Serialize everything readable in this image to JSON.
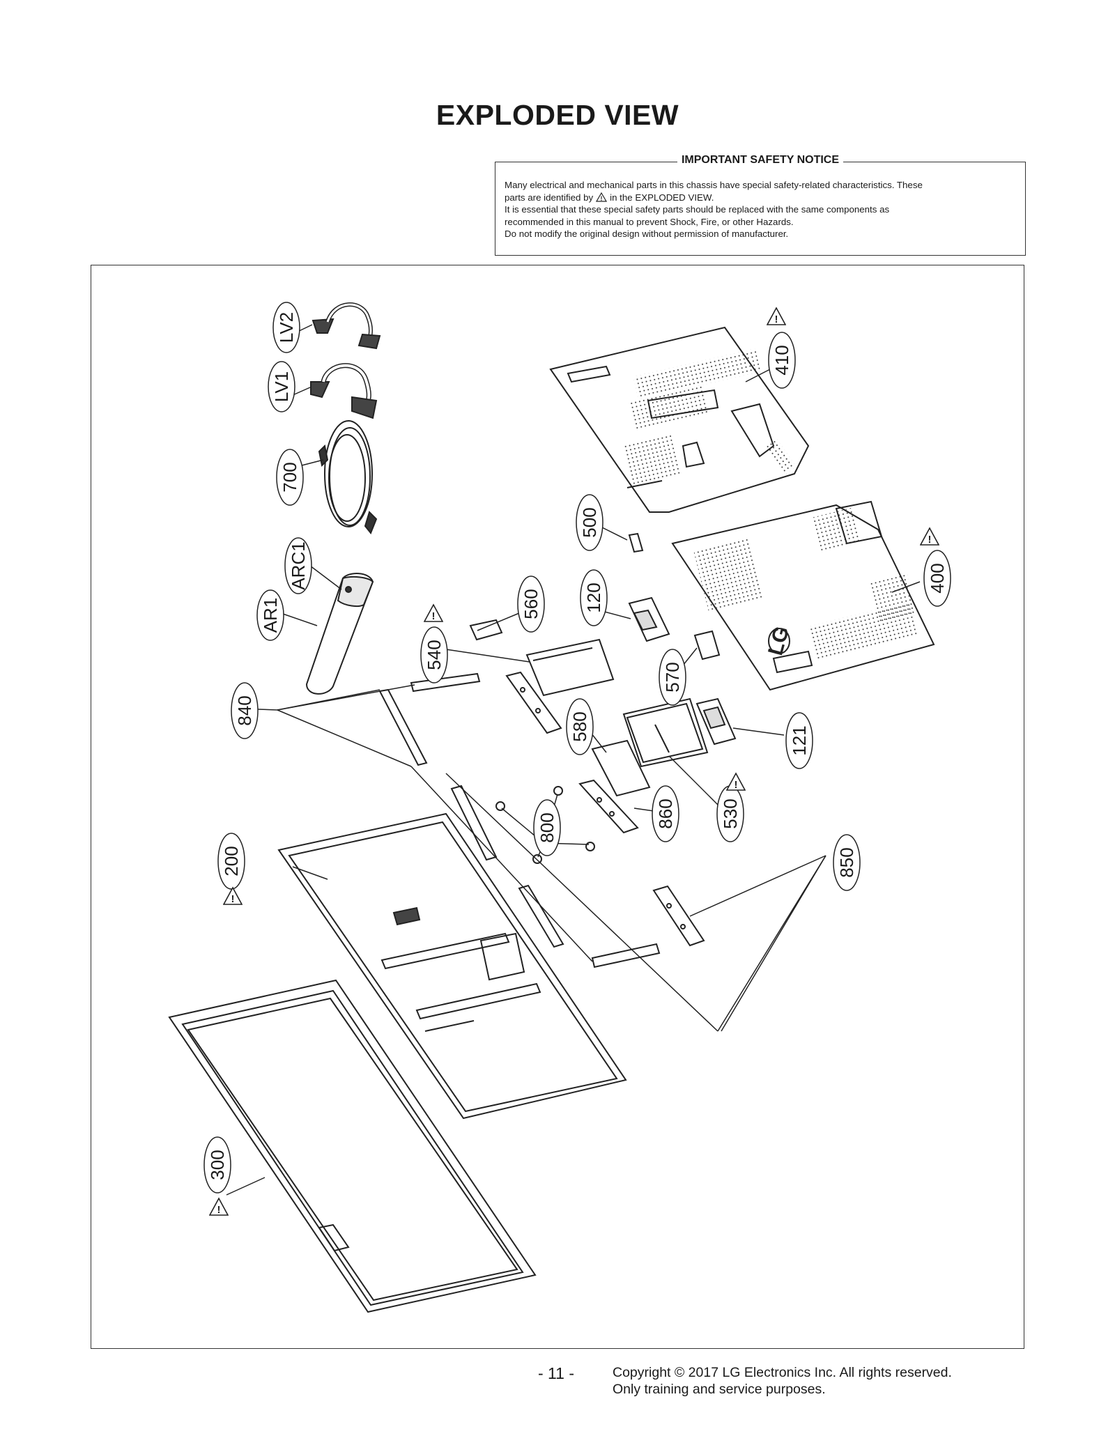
{
  "page": {
    "title": "EXPLODED VIEW",
    "page_number": "- 11 -",
    "copyright_line1": "Copyright © 2017 LG Electronics Inc. All rights reserved.",
    "copyright_line2": "Only training and service purposes."
  },
  "notice": {
    "heading": "IMPORTANT SAFETY NOTICE",
    "line1": "Many electrical and mechanical parts in this chassis have special safety-related characteristics. These",
    "line2_before": "parts are identified by",
    "line2_after": "in the EXPLODED VIEW.",
    "line3": "It is essential that these special safety parts should be replaced with the same components as",
    "line4": "recommended in this manual to prevent Shock, Fire, or other Hazards.",
    "line5": "Do not modify the original design without permission of manufacturer."
  },
  "diagram": {
    "logo_text": "LG",
    "callouts": {
      "lv2": "LV2",
      "lv1": "LV1",
      "c700": "700",
      "arc1": "ARC1",
      "ar1": "AR1",
      "c840": "840",
      "c200": "200",
      "c300": "300",
      "c410": "410",
      "c400": "400",
      "c500": "500",
      "c560": "560",
      "c120": "120",
      "c540": "540",
      "c570": "570",
      "c580": "580",
      "c121": "121",
      "c530": "530",
      "c860": "860",
      "c800": "800",
      "c850": "850"
    },
    "safety_symbol": "warning-triangle-icon"
  }
}
